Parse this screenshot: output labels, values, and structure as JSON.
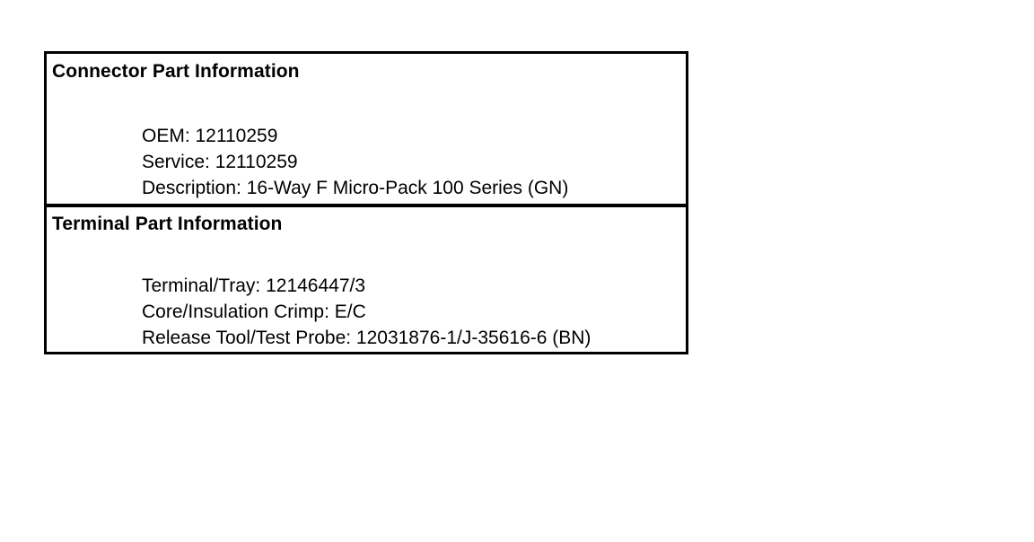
{
  "connector": {
    "title": "Connector Part Information",
    "fields": [
      "OEM: 12110259",
      "Service: 12110259",
      "Description: 16-Way F Micro-Pack 100 Series (GN)"
    ]
  },
  "terminal": {
    "title": "Terminal Part Information",
    "fields": [
      "Terminal/Tray: 12146447/3",
      "Core/Insulation Crimp: E/C",
      "Release Tool/Test Probe: 12031876-1/J-35616-6 (BN)"
    ]
  }
}
